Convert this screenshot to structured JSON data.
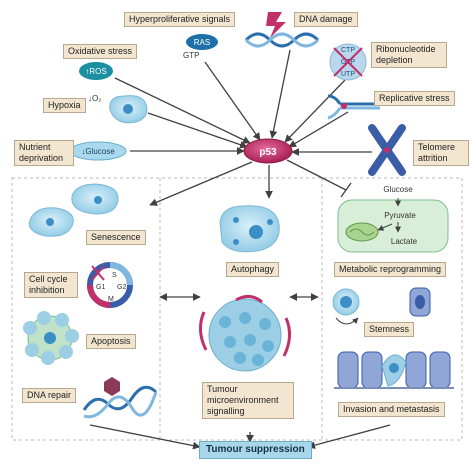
{
  "center": "p53",
  "stressors": {
    "hyperproliferative": "Hyperproliferative signals",
    "dna_damage": "DNA damage",
    "oxidative": "Oxidative stress",
    "ribonucleotide": "Ribonucleotide depletion",
    "hypoxia": "Hypoxia",
    "replicative": "Replicative stress",
    "nutrient": "Nutrient deprivation",
    "telomere": "Telomere attrition"
  },
  "molecules": {
    "ras": "RAS",
    "gtp": "GTP",
    "ros": "↑ROS",
    "o2": "↓O₂",
    "glucose_low": "↓Glucose",
    "ctp": "CTP",
    "gtp2": "GTP",
    "utp": "UTP",
    "g_glucose": "Glucose",
    "pyruvate": "Pyruvate",
    "lactate": "Lactate"
  },
  "cell_cycle": {
    "s": "S",
    "g1": "G1",
    "g2": "G2",
    "m": "M"
  },
  "outcomes": {
    "senescence": "Senescence",
    "cell_cycle": "Cell cycle inhibition",
    "apoptosis": "Apoptosis",
    "dna_repair": "DNA repair",
    "autophagy": "Autophagy",
    "tme": "Tumour microenvironment signalling",
    "metabolic": "Metabolic reprogramming",
    "stemness": "Stemness",
    "invasion": "Invasion and metastasis"
  },
  "result": "Tumour suppression",
  "colors": {
    "label_fill": "#f2e6d1",
    "p53": "#c2306a",
    "arrow": "#404040",
    "cell": "#a9d9ee",
    "nucleus": "#3b8fc4",
    "target": "#a8d7ea"
  }
}
